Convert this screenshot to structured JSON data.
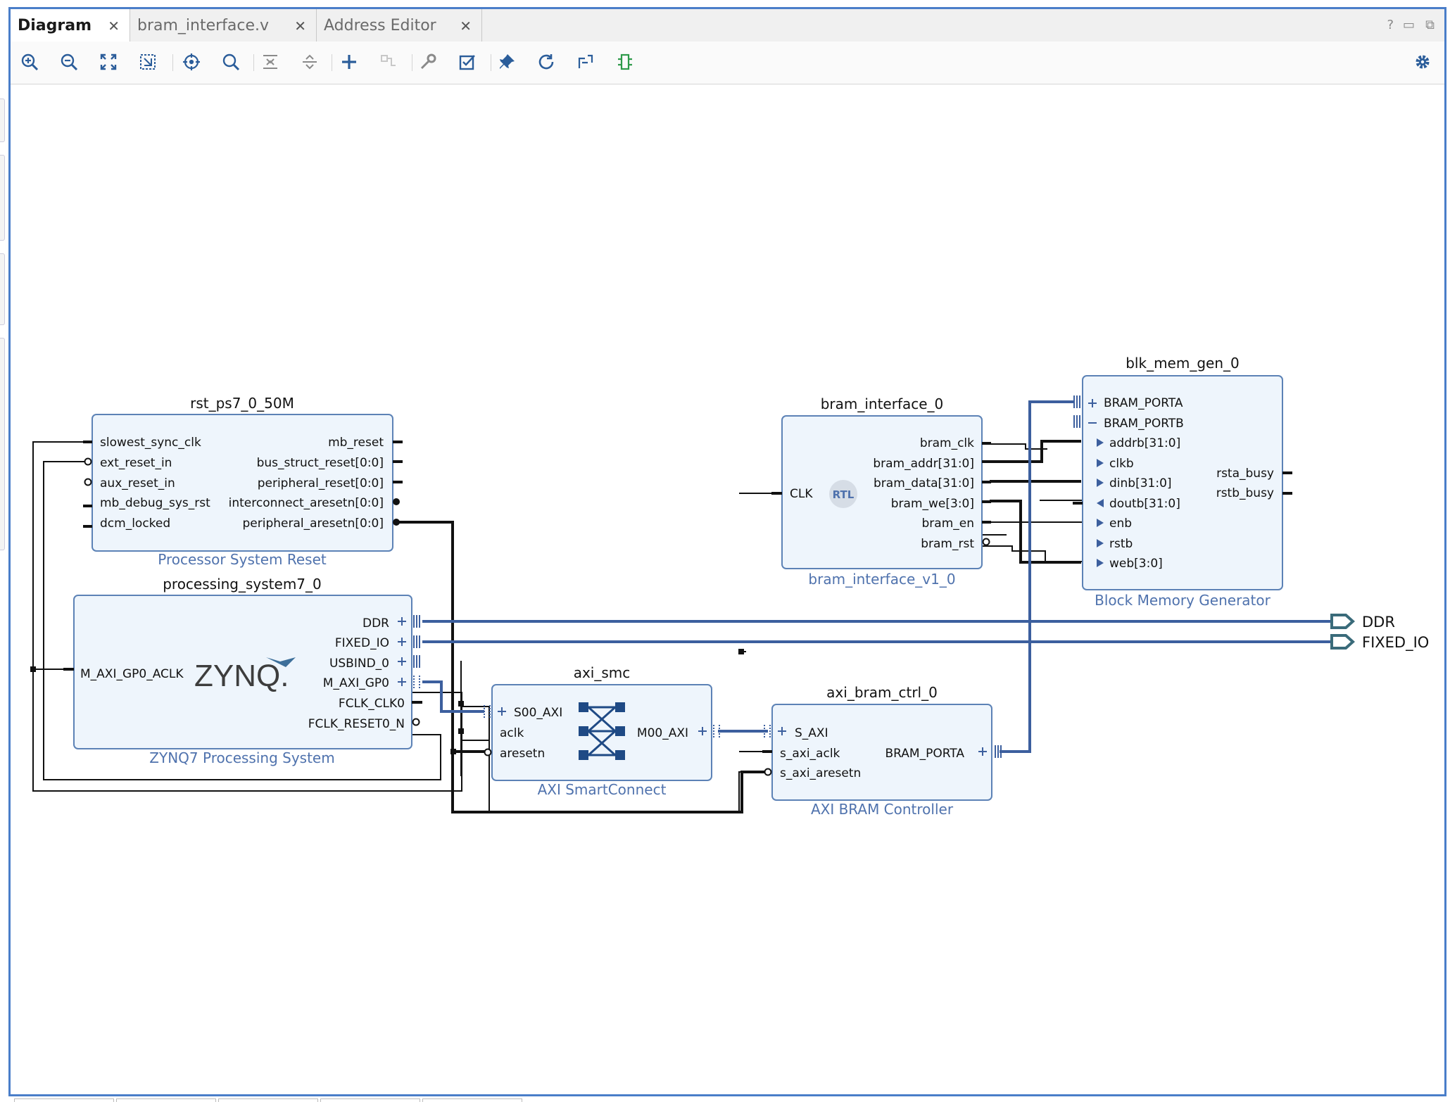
{
  "tabs": [
    {
      "label": "Diagram",
      "active": true
    },
    {
      "label": "bram_interface.v",
      "active": false
    },
    {
      "label": "Address Editor",
      "active": false
    }
  ],
  "window_controls": [
    "?",
    "restore-icon",
    "float-icon"
  ],
  "toolbar": {
    "buttons": [
      "zoom-in-icon",
      "zoom-out-icon",
      "fit-view-icon",
      "fit-selection-icon",
      "autofit-icon",
      "search-icon",
      "collapse-all-icon",
      "expand-all-icon",
      "add-ip-icon",
      "make-connection-icon",
      "customize-icon",
      "validate-icon",
      "pin-icon",
      "refresh-icon",
      "regenerate-layout-icon",
      "optimize-routing-icon"
    ],
    "settings_icon": "gear-icon"
  },
  "colors": {
    "accent": "#4a7ec9",
    "block_fill": "#eef5fc",
    "block_border": "#5c82b6",
    "bus": "#3c5f9e",
    "net": "#111111"
  },
  "blocks": {
    "rst": {
      "instance": "rst_ps7_0_50M",
      "vlnv": "Processor System Reset",
      "inputs": [
        "slowest_sync_clk",
        "ext_reset_in",
        "aux_reset_in",
        "mb_debug_sys_rst",
        "dcm_locked"
      ],
      "outputs": [
        "mb_reset",
        "bus_struct_reset[0:0]",
        "peripheral_reset[0:0]",
        "interconnect_aresetn[0:0]",
        "peripheral_aresetn[0:0]"
      ]
    },
    "ps7": {
      "instance": "processing_system7_0",
      "vlnv": "ZYNQ7 Processing System",
      "logo": "ZYNQ.",
      "inputs": [
        "M_AXI_GP0_ACLK"
      ],
      "outputs": [
        "DDR",
        "FIXED_IO",
        "USBIND_0",
        "M_AXI_GP0",
        "FCLK_CLK0",
        "FCLK_RESET0_N"
      ]
    },
    "smc": {
      "instance": "axi_smc",
      "vlnv": "AXI SmartConnect",
      "inputs": [
        "S00_AXI",
        "aclk",
        "aresetn"
      ],
      "outputs": [
        "M00_AXI"
      ]
    },
    "bram_if": {
      "instance": "bram_interface_0",
      "vlnv": "bram_interface_v1_0",
      "badge": "RTL",
      "inputs": [
        "CLK"
      ],
      "outputs": [
        "bram_clk",
        "bram_addr[31:0]",
        "bram_data[31:0]",
        "bram_we[3:0]",
        "bram_en",
        "bram_rst"
      ]
    },
    "ctrl": {
      "instance": "axi_bram_ctrl_0",
      "vlnv": "AXI BRAM Controller",
      "inputs": [
        "S_AXI",
        "s_axi_aclk",
        "s_axi_aresetn"
      ],
      "outputs": [
        "BRAM_PORTA"
      ]
    },
    "bmg": {
      "instance": "blk_mem_gen_0",
      "vlnv": "Block Memory Generator",
      "inputs": [
        "BRAM_PORTA",
        "BRAM_PORTB",
        "addrb[31:0]",
        "clkb",
        "dinb[31:0]",
        "doutb[31:0]",
        "enb",
        "rstb",
        "web[3:0]"
      ],
      "outputs": [
        "rsta_busy",
        "rstb_busy"
      ]
    }
  },
  "external_ports": [
    "DDR",
    "FIXED_IO"
  ]
}
